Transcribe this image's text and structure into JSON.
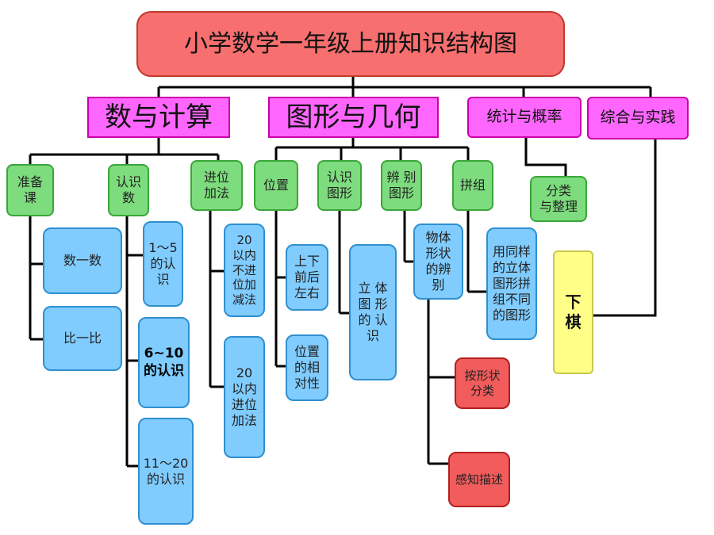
{
  "title": "小学数学一年级上册知识结构图",
  "categories": {
    "numbers": "数与计算",
    "geometry": "图形与几何",
    "statistics": "统计与概率",
    "practice": "综合与实践"
  },
  "numbers": {
    "prep": "准备\n课",
    "prep_items": [
      "数一数",
      "比一比"
    ],
    "recognize": "认识\n数",
    "recognize_items": [
      "1～5\n的认\n识",
      "6~10\n的认识",
      "11～20\n的认识"
    ],
    "carry": "进位\n加法",
    "carry_items": [
      "20\n以内\n不进\n位加\n减法",
      "20\n以内\n进位\n加法"
    ]
  },
  "geometry": {
    "position": "位置",
    "position_items": [
      "上下\n前后\n左右",
      "位置\n的相\n对性"
    ],
    "recognize": "认识\n图形",
    "recognize_item": "立  体\n图  形\n的  认\n识",
    "identify": "辨 别\n图形",
    "identify_item": "物体\n形状\n的辨\n别",
    "identify_subitems": [
      "按形状\n分类",
      "感知描述"
    ],
    "combine": "拼组",
    "combine_item": "用同样\n的立体\n图形拼\n组不同\n的图形"
  },
  "statistics": {
    "item": "分类\n与整理"
  },
  "practice": {
    "item": "下\n棋"
  },
  "colors": {
    "title": "#f76f6f",
    "category": "#ff66ff",
    "topic": "#7ddc7d",
    "leaf": "#80ccff",
    "sub_leaf": "#f25c5c",
    "practice": "#ffff88"
  }
}
